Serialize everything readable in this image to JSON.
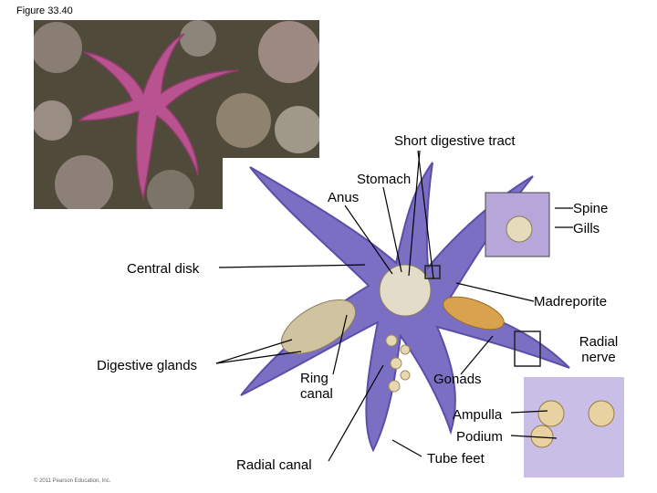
{
  "figure_title": "Figure 33.40",
  "labels": {
    "short_digestive_tract": "Short digestive tract",
    "stomach": "Stomach",
    "anus": "Anus",
    "spine": "Spine",
    "gills": "Gills",
    "central_disk": "Central disk",
    "madreporite": "Madreporite",
    "radial_nerve": "Radial nerve",
    "digestive_glands": "Digestive glands",
    "ring_canal": "Ring canal",
    "gonads": "Gonads",
    "ampulla": "Ampulla",
    "podium": "Podium",
    "tube_feet": "Tube feet",
    "radial_canal": "Radial canal"
  },
  "copyright": "© 2011 Pearson Education, Inc.",
  "colors": {
    "starfish_body": "#7b6fc4",
    "starfish_dark": "#5a4fa8",
    "photo_starfish": "#b8538f",
    "gland": "#cfc3a0",
    "gonad": "#d9a24e"
  }
}
